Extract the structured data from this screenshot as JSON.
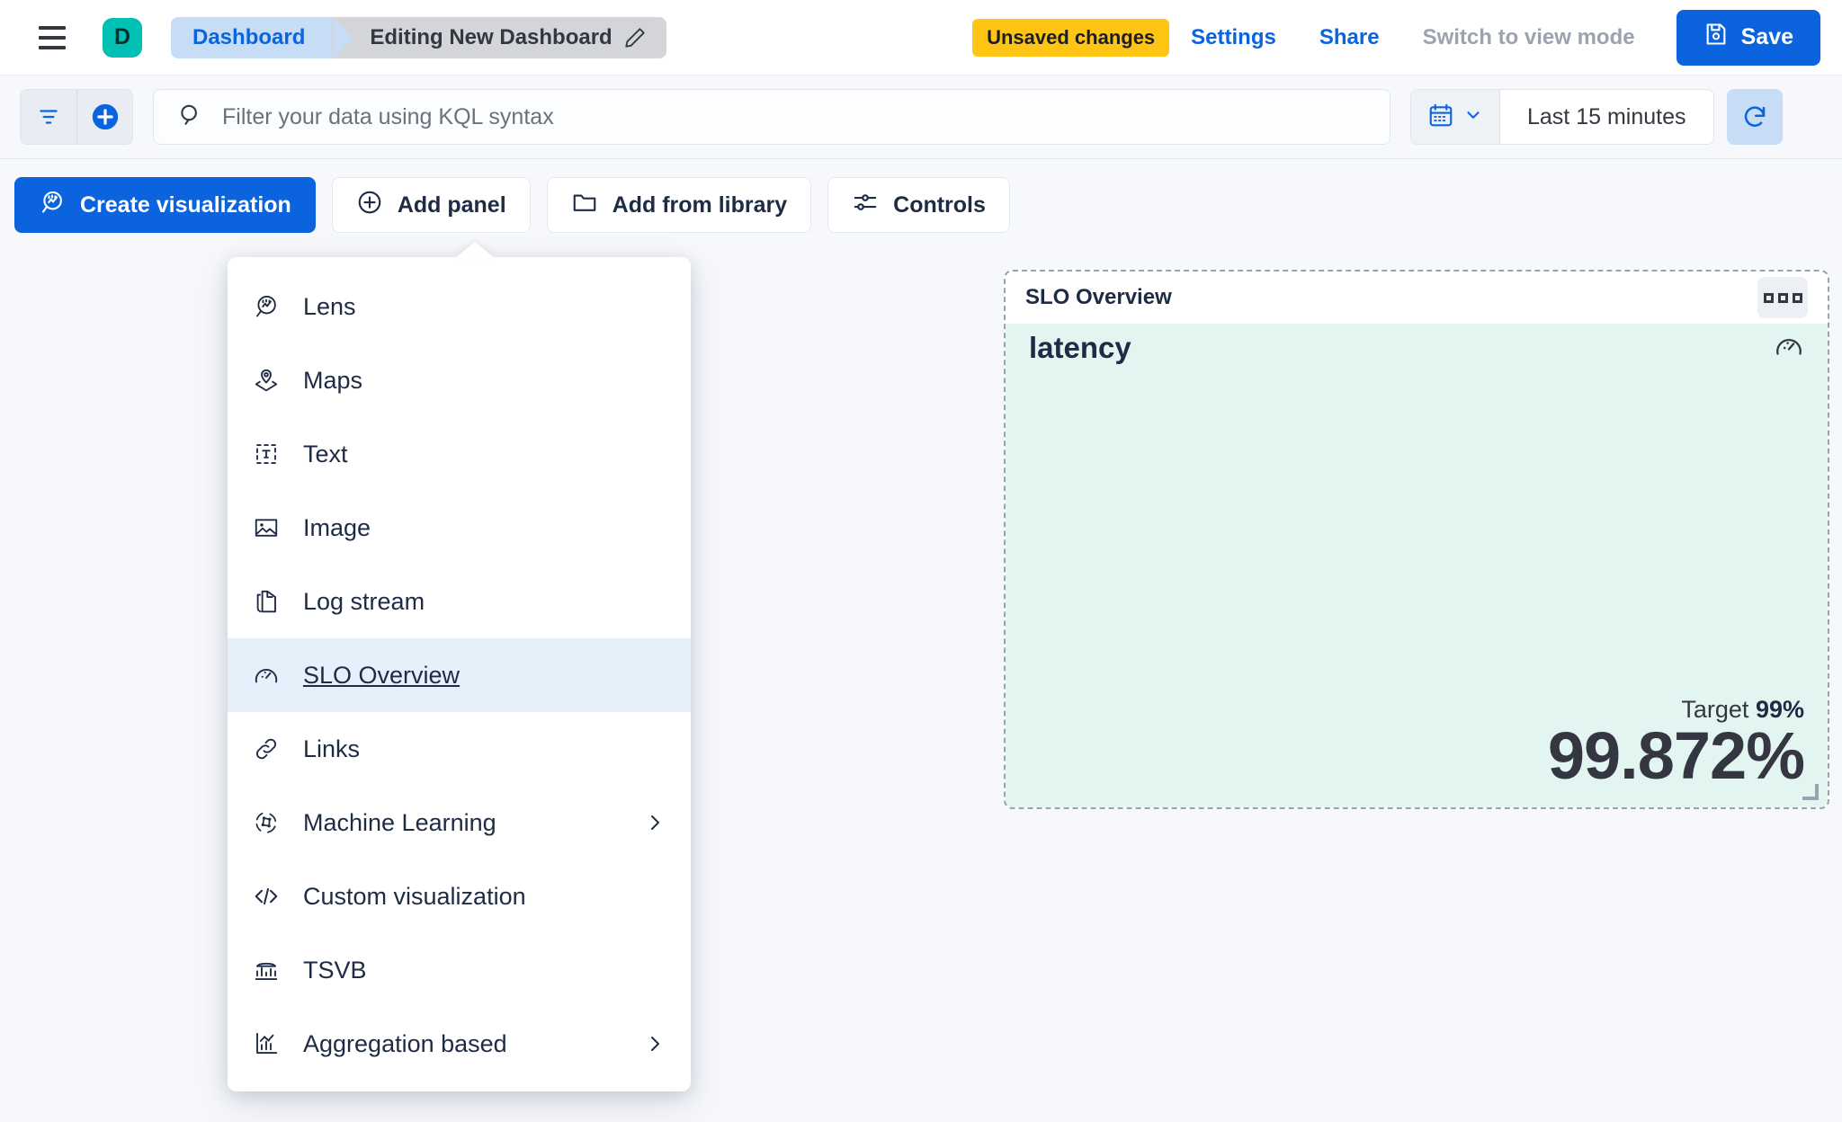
{
  "header": {
    "menu_icon": "hamburger-icon",
    "avatar_letter": "D",
    "breadcrumb_root": "Dashboard",
    "breadcrumb_current": "Editing New Dashboard",
    "edit_icon": "pencil-icon",
    "unsaved_badge": "Unsaved changes",
    "settings_label": "Settings",
    "share_label": "Share",
    "view_mode_label": "Switch to view mode",
    "save_label": "Save",
    "save_icon": "save-disk-icon"
  },
  "querybar": {
    "filter_icon": "filter-icon",
    "add_filter_icon": "plus-circle-icon",
    "search_icon": "search-icon",
    "placeholder": "Filter your data using KQL syntax",
    "value": "",
    "calendar_icon": "calendar-icon",
    "chevron_icon": "chevron-down-icon",
    "time_range": "Last 15 minutes",
    "refresh_icon": "refresh-icon"
  },
  "toolbar": {
    "create_visualization": "Create visualization",
    "add_panel": "Add panel",
    "add_from_library": "Add from library",
    "controls": "Controls"
  },
  "add_panel_menu": {
    "items": [
      {
        "label": "Lens",
        "icon": "lens-icon",
        "submenu": false,
        "active": false
      },
      {
        "label": "Maps",
        "icon": "maps-pin-icon",
        "submenu": false,
        "active": false
      },
      {
        "label": "Text",
        "icon": "text-box-icon",
        "submenu": false,
        "active": false
      },
      {
        "label": "Image",
        "icon": "image-icon",
        "submenu": false,
        "active": false
      },
      {
        "label": "Log stream",
        "icon": "log-stream-icon",
        "submenu": false,
        "active": false
      },
      {
        "label": "SLO Overview",
        "icon": "gauge-icon",
        "submenu": false,
        "active": true
      },
      {
        "label": "Links",
        "icon": "link-icon",
        "submenu": false,
        "active": false
      },
      {
        "label": "Machine Learning",
        "icon": "machine-learning-icon",
        "submenu": true,
        "active": false
      },
      {
        "label": "Custom visualization",
        "icon": "code-icon",
        "submenu": false,
        "active": false
      },
      {
        "label": "TSVB",
        "icon": "tsvb-chart-icon",
        "submenu": false,
        "active": false
      },
      {
        "label": "Aggregation based",
        "icon": "aggregation-chart-icon",
        "submenu": true,
        "active": false
      }
    ]
  },
  "panel": {
    "title": "SLO Overview",
    "context_menu_icon": "grid-dots-icon",
    "slo_name": "latency",
    "gauge_icon": "gauge-icon",
    "target_label": "Target",
    "target_value": "99%",
    "sli_value": "99.872%",
    "background_color": "#e2f5f1"
  },
  "colors": {
    "primary": "#0b64dd",
    "accent_teal": "#00bfb3",
    "warning": "#fec514",
    "text": "#1d2b45"
  }
}
